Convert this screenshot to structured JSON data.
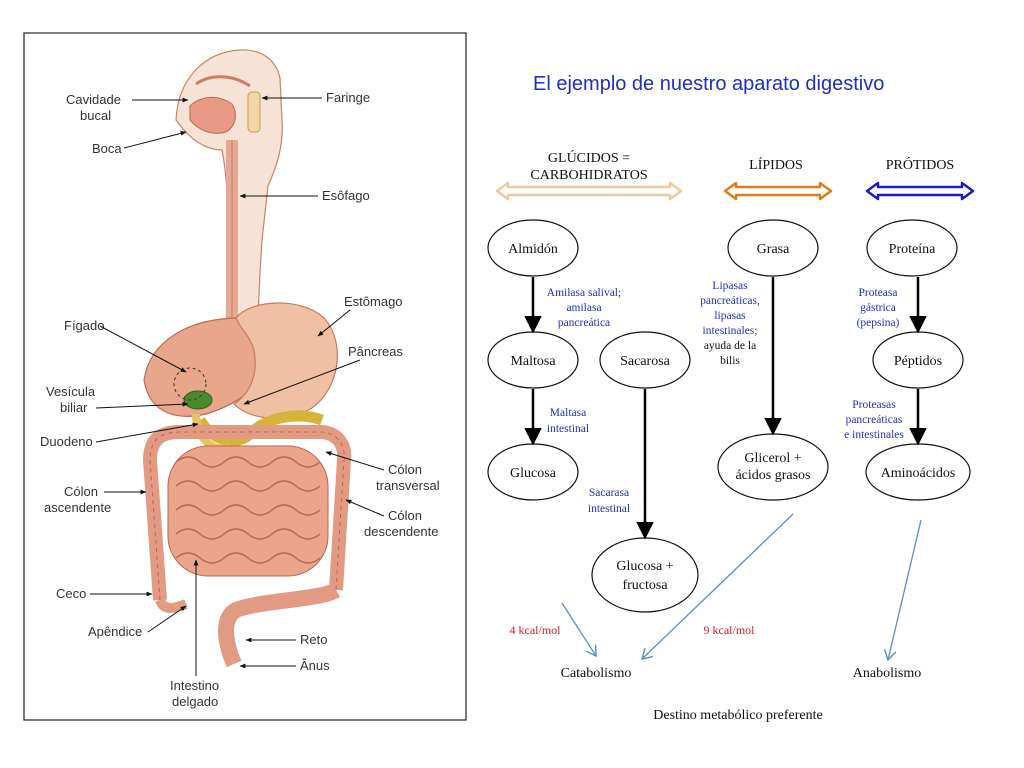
{
  "title": "El ejemplo de nuestro aparato digestivo",
  "anatomy": {
    "cavidade1": "Cavidade",
    "cavidade2": "bucal",
    "boca": "Boca",
    "faringe": "Faringe",
    "esofago": "Esôfago",
    "estomago": "Estômago",
    "figado": "Fígado",
    "pancreas": "Pâncreas",
    "vesicula1": "Vesícula",
    "vesicula2": "biliar",
    "duodeno": "Duodeno",
    "colon_transversal1": "Cólon",
    "colon_transversal2": "transversal",
    "colon_ascendente1": "Cólon",
    "colon_ascendente2": "ascendente",
    "colon_descendente1": "Cólon",
    "colon_descendente2": "descendente",
    "ceco": "Ceco",
    "apendice": "Apêndice",
    "reto": "Reto",
    "anus": "Ânus",
    "intestino1": "Intestino",
    "intestino2": "delgado"
  },
  "headers": {
    "glucidos1": "GLÚCIDOS =",
    "glucidos2": "CARBOHIDRATOS",
    "lipidos": "LÍPIDOS",
    "protidos": "PRÓTIDOS"
  },
  "nodes": {
    "almidon": "Almidón",
    "maltosa": "Maltosa",
    "sacarosa": "Sacarosa",
    "glucosa": "Glucosa",
    "glucosa_fructosa1": "Glucosa +",
    "glucosa_fructosa2": "fructosa",
    "grasa": "Grasa",
    "glicerol1": "Glicerol +",
    "glicerol2": "ácidos grasos",
    "proteina": "Proteína",
    "peptidos": "Péptidos",
    "aminoacidos": "Aminoácidos"
  },
  "enzymes": {
    "amilasa1": "Amilasa salival;",
    "amilasa2": "amilasa",
    "amilasa3": "pancreática",
    "maltasa1": "Maltasa",
    "maltasa2": "intestinal",
    "sacarasa1": "Sacarasa",
    "sacarasa2": "intestinal",
    "lipasas1": "Lipasas",
    "lipasas2": "pancreáticas,",
    "lipasas3": "lipasas",
    "lipasas4": "intestinales;",
    "lipasas5": "ayuda de la",
    "lipasas6": "bilis",
    "proteasa1": "Proteasa",
    "proteasa2": "gástrica",
    "proteasa3": "(pepsina)",
    "proteasas1": "Proteasas",
    "proteasas2": "pancreáticas",
    "proteasas3": "e intestinales"
  },
  "energy": {
    "carb": "4 kcal/mol",
    "lipid": "9 kcal/mol"
  },
  "destinations": {
    "catabolismo": "Catabolismo",
    "anabolismo": "Anabolismo",
    "footer": "Destino metabólico preferente"
  },
  "colors": {
    "title_blue": "#1f2fc0",
    "glucidos_arrow": "#f4c79c",
    "lipidos_arrow": "#e07b1a",
    "protidos_arrow": "#1b1bc8",
    "kcal_red": "#d22020",
    "destination_arrow": "#5b8ec4"
  }
}
